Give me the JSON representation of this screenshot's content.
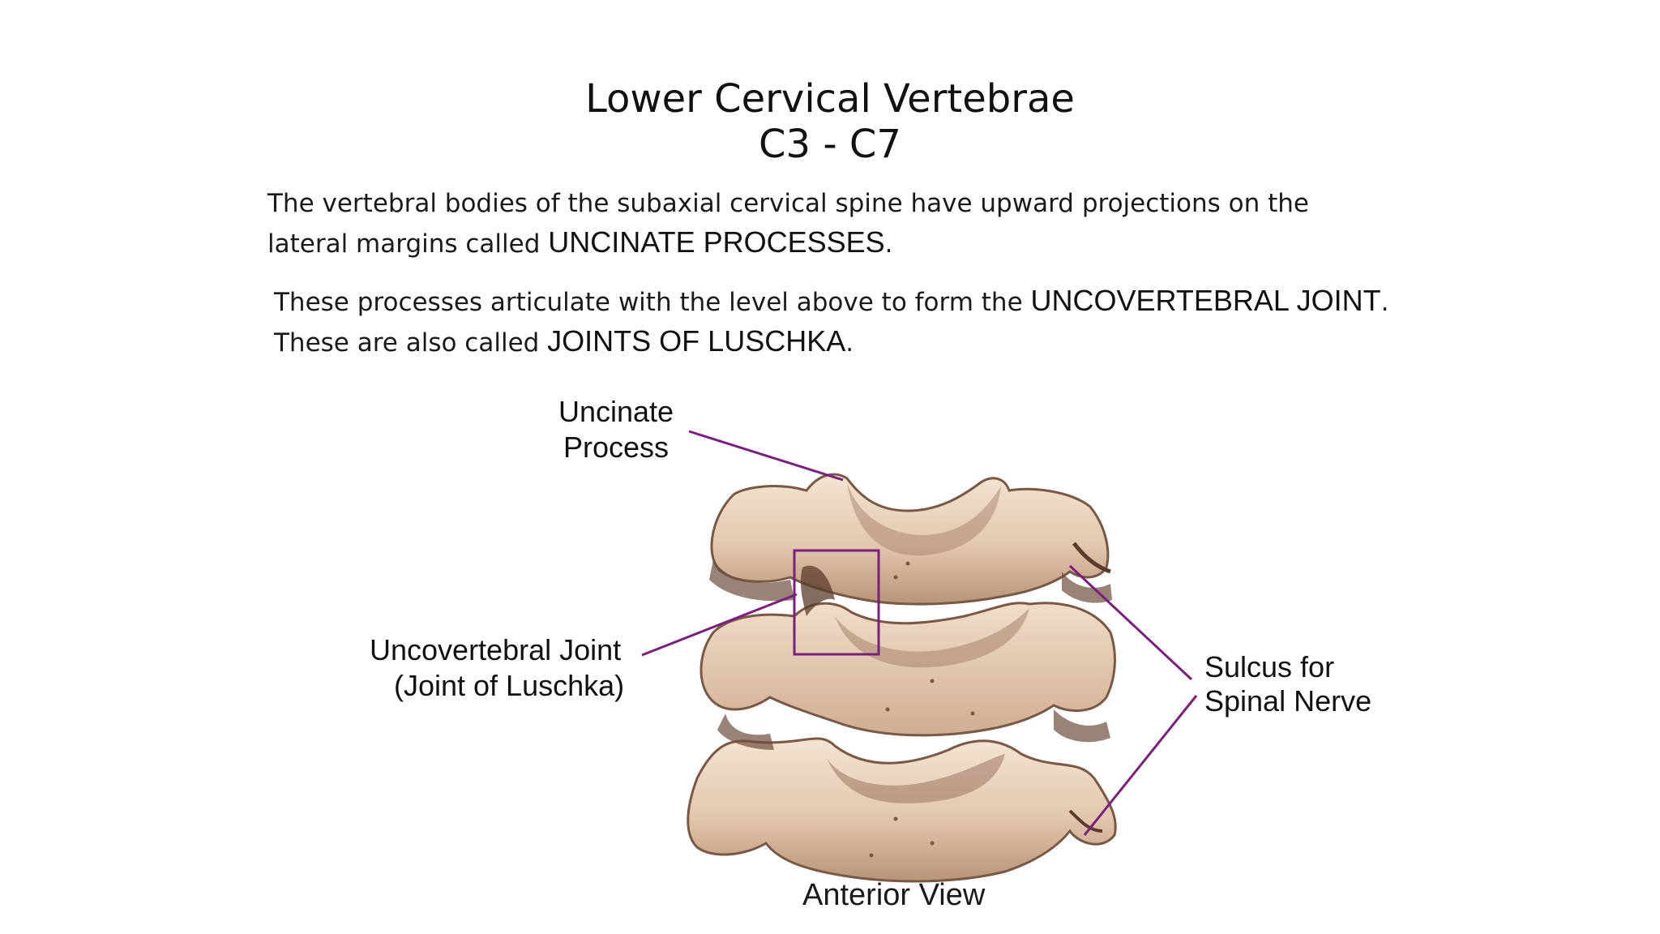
{
  "title": {
    "line1": "Lower Cervical Vertebrae",
    "line2": "C3 - C7"
  },
  "paragraph1": {
    "text": "The vertebral bodies of the subaxial cervical spine have upward projections on the lateral margins called ",
    "term": "UNCINATE PROCESSES",
    "end": "."
  },
  "paragraph2": {
    "text1": "These processes articulate with the level above to form the ",
    "term1": "UNCOVERTEBRAL JOINT",
    "text2": ". These are also called ",
    "term2": "JOINTS OF LUSCHKA",
    "end": "."
  },
  "labels": {
    "uncinate_line1": "Uncinate",
    "uncinate_line2": "Process",
    "joint_line1": "Uncovertebral Joint",
    "joint_line2": "(Joint of Luschka)",
    "sulcus_line1": "Sulcus for",
    "sulcus_line2": "Spinal Nerve",
    "view_caption": "Anterior View"
  },
  "colors": {
    "leader_line": "#7b1f7f",
    "bone_light": "#efdcc8",
    "bone_mid": "#d8bca2",
    "bone_dark": "#8a6450"
  }
}
